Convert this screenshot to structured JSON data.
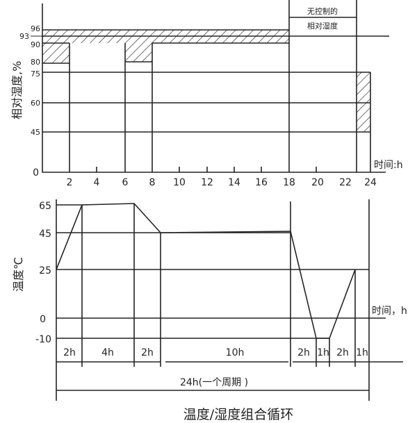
{
  "humidity_chart": {
    "ylabel": "相对湿度,%",
    "xlabel": "时间:h",
    "y_ticks": [
      "96",
      "93",
      "90",
      "80",
      "75",
      "60",
      "45",
      "0"
    ],
    "x_ticks": [
      "2",
      "4",
      "6",
      "8",
      "10",
      "12",
      "14",
      "16",
      "18",
      "20",
      "22",
      "24"
    ],
    "uncontrolled_note_line1": "无控制的",
    "uncontrolled_note_line2": "相对湿度"
  },
  "temperature_chart": {
    "ylabel": "温度℃",
    "xlabel": "时间，h",
    "y_ticks": [
      "65",
      "45",
      "25",
      "0",
      "-10"
    ],
    "segments": [
      "2h",
      "4h",
      "2h",
      "10h",
      "2h",
      "1h",
      "2h",
      "1h"
    ],
    "cycle_label": "24h(一个周期 )"
  },
  "title": "温度/湿度组合循环",
  "chart_data": {
    "type": "line",
    "temperature_profile": {
      "x_hours": [
        0,
        2,
        6,
        8,
        18,
        20,
        21,
        23
      ],
      "y_celsius": [
        25,
        65,
        65,
        45,
        45,
        -10,
        -10,
        25
      ]
    },
    "humidity_bands": [
      {
        "from_h": 0,
        "to_h": 18,
        "range": [
          90,
          96
        ]
      },
      {
        "from_h": 0,
        "to_h": 2,
        "range": [
          80,
          90
        ]
      },
      {
        "from_h": 6,
        "to_h": 8,
        "range": [
          80,
          90
        ]
      },
      {
        "from_h": 23,
        "to_h": 24,
        "range": [
          45,
          75
        ]
      }
    ]
  },
  "colors": {
    "line": "#222222",
    "background": "#ffffff"
  }
}
